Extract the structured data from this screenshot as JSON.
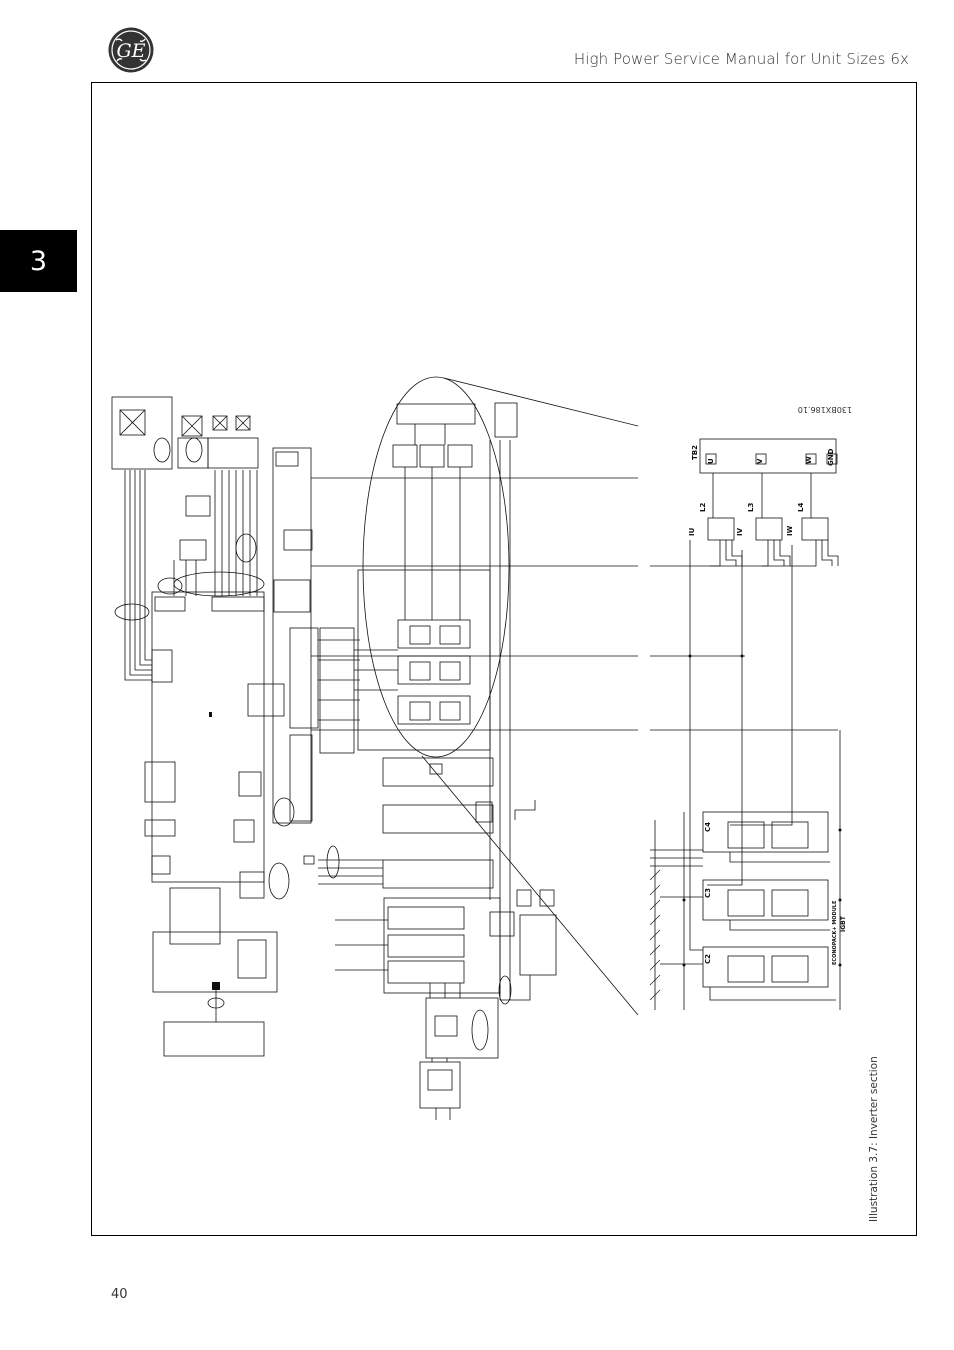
{
  "header": {
    "title": "High Power Service Manual for Unit Sizes 6x",
    "logo_text": "GE"
  },
  "chapter_tab": {
    "label": "3"
  },
  "figure": {
    "caption": "Illustration 3.7: Inverter section",
    "drawing_number": "130BX186.10",
    "labels": {
      "tb2": "TB2",
      "u": "U",
      "v": "V",
      "w": "W",
      "gnd": "GND",
      "l2": "L2",
      "l3": "L3",
      "l4": "L4",
      "iu": "IU",
      "iv": "IV",
      "iw": "IW",
      "c4": "C4",
      "c3": "C3",
      "c2": "C2",
      "module": "ECONOPACK+ MODULE",
      "igbt": "IGBT"
    }
  },
  "footer": {
    "page_number": "40"
  }
}
